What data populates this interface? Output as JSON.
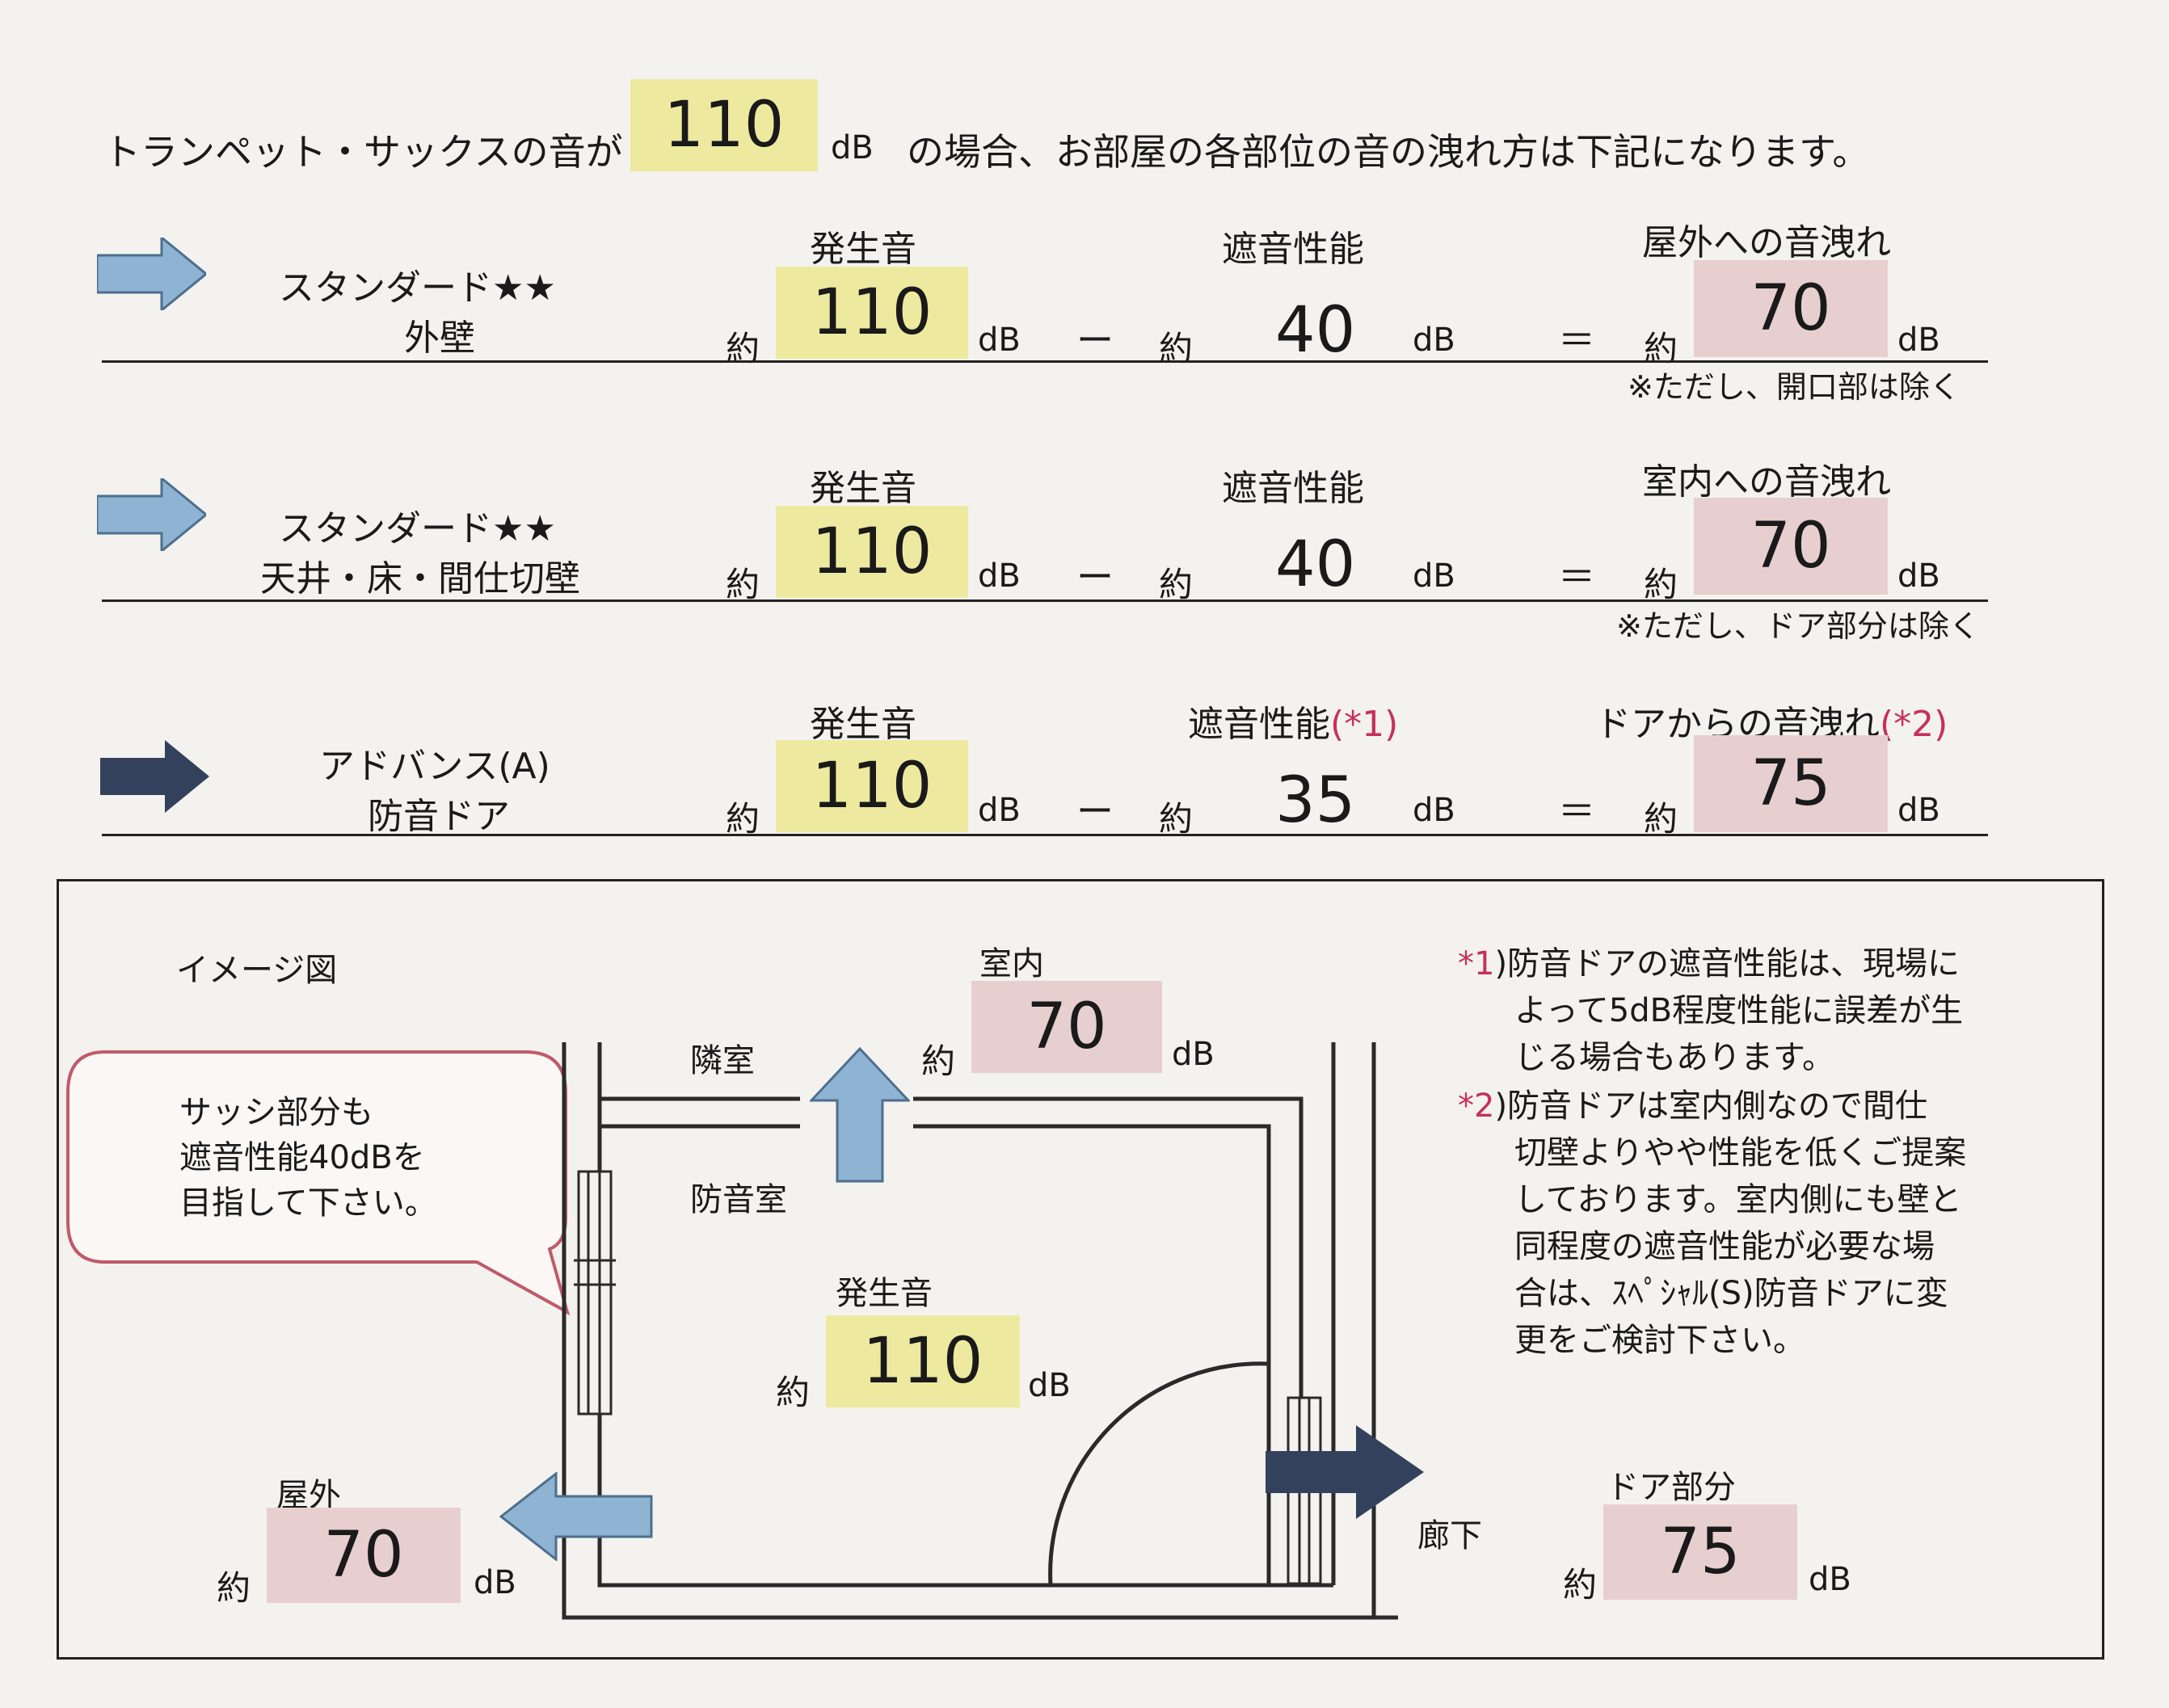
{
  "header": {
    "prefix": "トランペット・サックスの音が",
    "value": "110",
    "unit": "dB",
    "suffix": "の場合、お部屋の各部位の音の洩れ方は下記になります。"
  },
  "common": {
    "approx": "約",
    "unit": "dB",
    "minus": "ー",
    "equals": "＝"
  },
  "rows": [
    {
      "grade": "スタンダード★★",
      "part": "外壁",
      "source_header": "発生音",
      "insulation_header": "遮音性能",
      "result_header": "屋外への音洩れ",
      "source": "110",
      "insulation": "40",
      "result": "70",
      "note": "※ただし、開口部は除く"
    },
    {
      "grade": "スタンダード★★",
      "part": "天井・床・間仕切壁",
      "source_header": "発生音",
      "insulation_header": "遮音性能",
      "result_header": "室内への音洩れ",
      "source": "110",
      "insulation": "40",
      "result": "70",
      "note": "※ただし、ドア部分は除く"
    },
    {
      "grade": "アドバンス(A)",
      "part": "防音ドア",
      "source_header": "発生音",
      "insulation_header": "遮音性能",
      "insulation_mark": "(*1)",
      "result_header": "ドアからの音洩れ",
      "result_mark": "(*2)",
      "source": "110",
      "insulation": "35",
      "result": "75",
      "note": ""
    }
  ],
  "diagram": {
    "title": "イメージ図",
    "callout": [
      "サッシ部分も",
      "遮音性能40dBを",
      "目指して下さい。"
    ],
    "room_label": "室内",
    "room_value": "70",
    "neighbor_label": "隣室",
    "soundroom_label": "防音室",
    "source_label": "発生音",
    "source_value": "110",
    "outdoor_label": "屋外",
    "outdoor_value": "70",
    "corridor_label": "廊下",
    "door_label": "ドア部分",
    "door_value": "75",
    "colors": {
      "light_arrow": "#8fb3d2",
      "dark_arrow": "#34415c",
      "yellow": "#edeaa0",
      "pink": "#e8cfcf"
    }
  },
  "notes": [
    {
      "mark": "*1",
      "lines": [
        ")防音ドアの遮音性能は、現場に",
        "よって5dB程度性能に誤差が生",
        "じる場合もあります。"
      ]
    },
    {
      "mark": "*2",
      "lines": [
        ")防音ドアは室内側なので間仕",
        "切壁よりやや性能を低くご提案",
        "しております。室内側にも壁と",
        "同程度の遮音性能が必要な場",
        "合は、ｽﾍﾟｼｬﾙ(S)防音ドアに変",
        "更をご検討下さい。"
      ]
    }
  ]
}
